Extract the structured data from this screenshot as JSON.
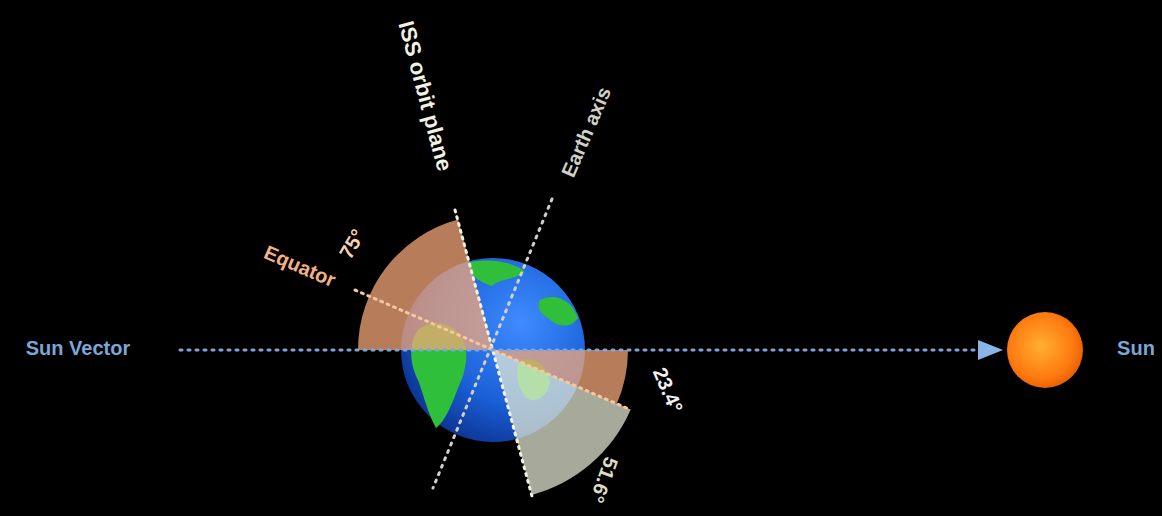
{
  "diagram": {
    "labels": [
      "Sun Vector",
      "Sun",
      "ISS orbit plane",
      "Earth axis",
      "Equator",
      "75°",
      "23.4°",
      "51.6°"
    ]
  }
}
